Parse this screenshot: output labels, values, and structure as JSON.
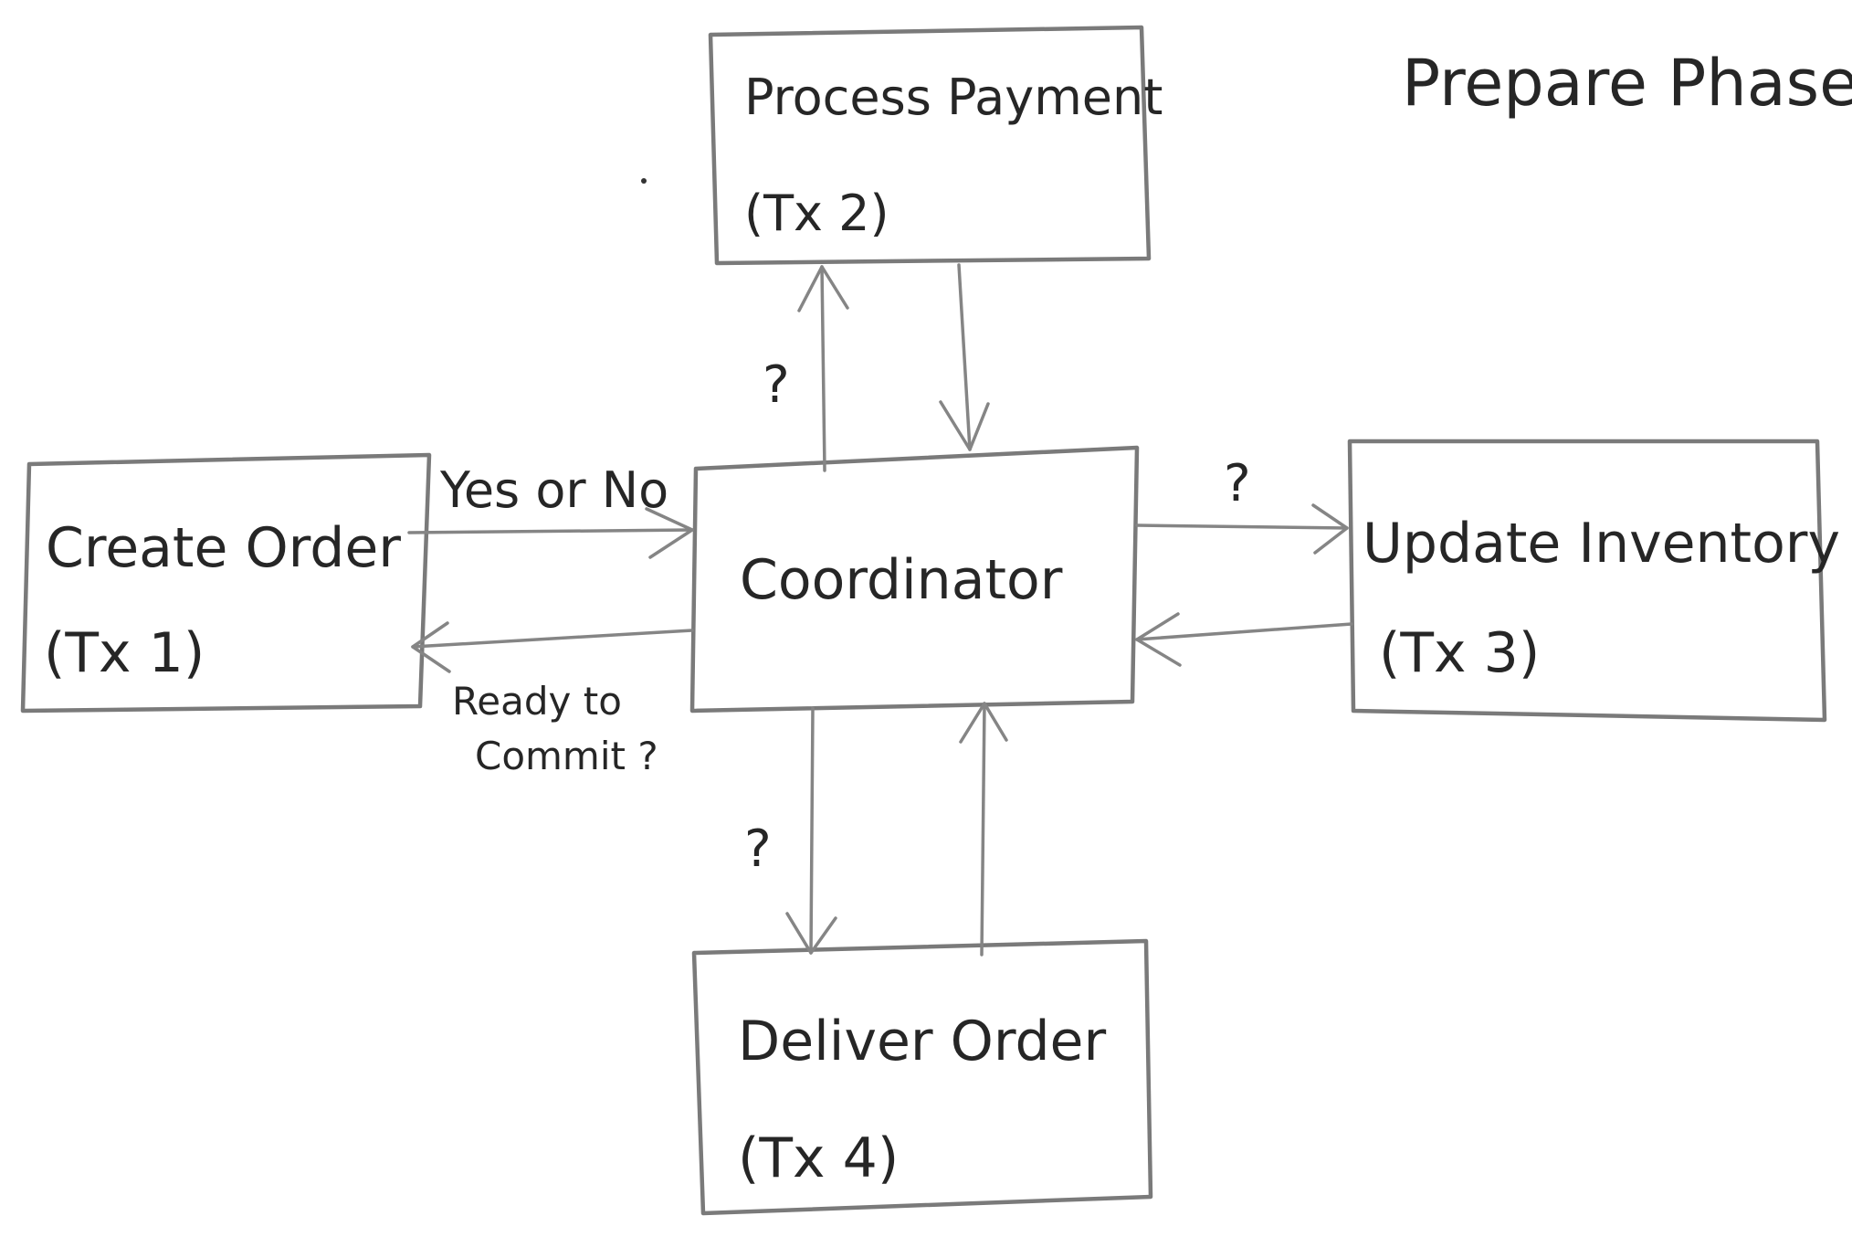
{
  "title": "Prepare Phase",
  "nodes": {
    "coordinator": {
      "label": "Coordinator"
    },
    "tx1": {
      "line1": "Create Order",
      "line2": "(Tx 1)"
    },
    "tx2": {
      "line1": "Process Payment",
      "line2": "(Tx 2)"
    },
    "tx3": {
      "line1": "Update Inventory",
      "line2": "(Tx 3)"
    },
    "tx4": {
      "line1": "Deliver Order",
      "line2": "(Tx 4)"
    }
  },
  "edges": {
    "tx1_to_coordinator": {
      "label": "Yes or No"
    },
    "coordinator_to_tx1": {
      "line1": "Ready to",
      "line2": "Commit ?"
    },
    "coordinator_to_tx2": {
      "label": "?"
    },
    "coordinator_to_tx3": {
      "label": "?"
    },
    "coordinator_to_tx4": {
      "label": "?"
    }
  }
}
